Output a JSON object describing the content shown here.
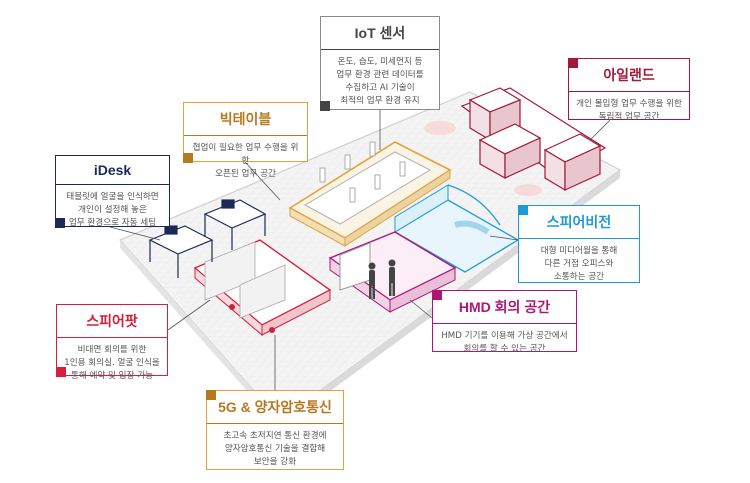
{
  "colors": {
    "iot": "#8a8a8a",
    "bigtable": "#e2a13a",
    "idesk": "#1e2a55",
    "island": "#a3183a",
    "spherevision": "#1e9ad6",
    "hmd": "#b01573",
    "spherepot": "#d61f3c",
    "quantum": "#e2a13a"
  },
  "labels": {
    "iot": {
      "title": "IoT 센서",
      "desc": "온도, 습도, 미세먼지 등\n업무 환경 관련 데이터를\n수집하고 AI 기술이\n최적의 업무 환경 유지"
    },
    "bigtable": {
      "title": "빅테이블",
      "desc": "협업이 필요한 업무 수행을 위한\n오픈된 업무 공간"
    },
    "idesk": {
      "title": "iDesk",
      "desc": "태블릿에 얼굴을 인식하면\n개인이 설정해 놓은\n업무 환경으로 자동 세팅"
    },
    "island": {
      "title": "아일랜드",
      "desc": "개인 몰입형 업무 수행을 위한\n독립적 업무 공간"
    },
    "spherevision": {
      "title": "스피어비전",
      "desc": "대형 미디어월을 통해\n다른 거점 오피스와\n소통하는 공간"
    },
    "hmd": {
      "title": "HMD 회의 공간",
      "desc": "HMD 기기를 이용해 가상 공간에서\n회의를 할 수 있는 공간"
    },
    "spherepot": {
      "title": "스피어팟",
      "desc": "비대면 회의를 위한\n1인용 회의실. 얼굴 인식을\n통해 예약 및 입장 가능"
    },
    "quantum": {
      "title": "5G & 양자암호통신",
      "desc": "초고속 초저지연 통신 환경에\n양자암호통신 기술을 결합해\n보안을 강화"
    }
  }
}
